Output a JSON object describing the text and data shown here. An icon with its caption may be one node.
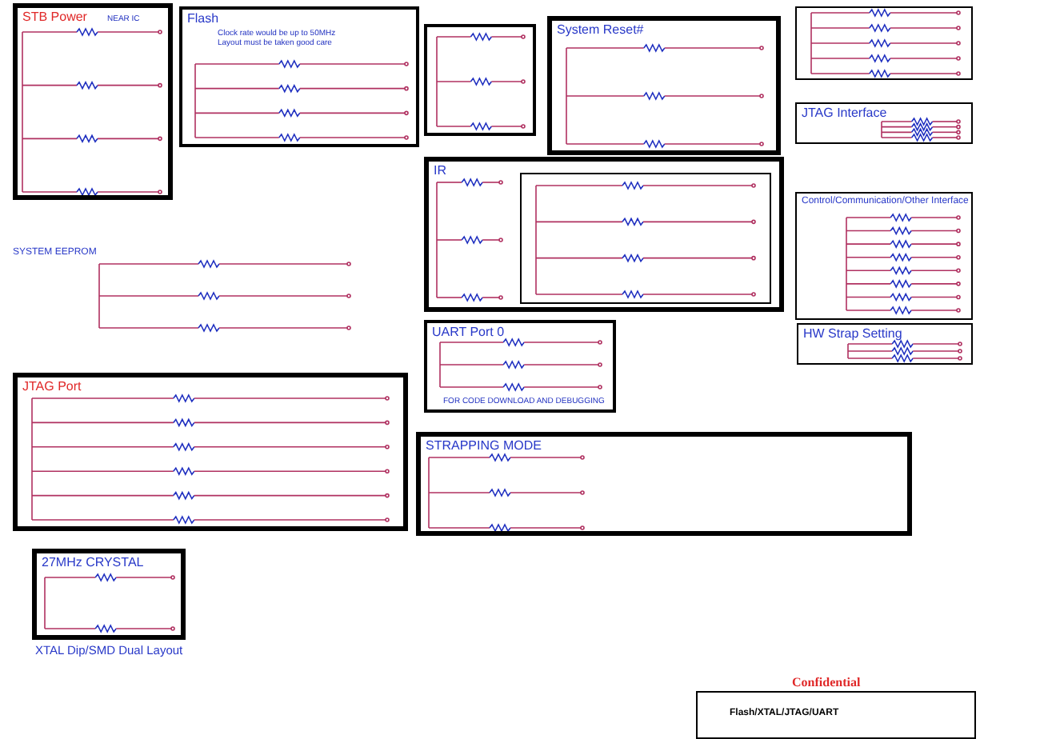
{
  "diagram": {
    "nodes": [
      {
        "text": [
          "STB Power",
          "NEAR IC"
        ]
      },
      {
        "text": [
          "Flash",
          "Clock rate would be up to 50MHz Layout must be taken good care"
        ]
      },
      {
        "text": [],
        "shape": "box"
      },
      {
        "text": [
          "System Reset#"
        ]
      },
      {
        "text": [],
        "shape": "box"
      },
      {
        "text": [
          "JTAG Interface"
        ]
      },
      {
        "text": [
          "IR"
        ]
      },
      {
        "text": [],
        "shape": "box",
        "in": 6
      },
      {
        "text": [
          "Control/Communication/Other  Interface"
        ]
      },
      {
        "text": [
          "HW Strap Setting"
        ]
      },
      {
        "text": [
          "UART Port 0",
          "FOR CODE DOWNLOAD AND DEBUGGING"
        ]
      },
      {
        "text": [
          "JTAG Port"
        ]
      },
      {
        "text": [
          "STRAPPING MODE"
        ]
      },
      {
        "text": [
          "27MHz CRYSTAL"
        ],
        "beside": [
          "XTAL Dip/SMD Dual Layout"
        ]
      },
      {
        "text": [
          "Flash/XTAL/JTAG/UART"
        ],
        "beside": [
          "Confidential"
        ]
      }
    ],
    "edges": [],
    "labels": [
      "SYSTEM EEPROM"
    ]
  }
}
